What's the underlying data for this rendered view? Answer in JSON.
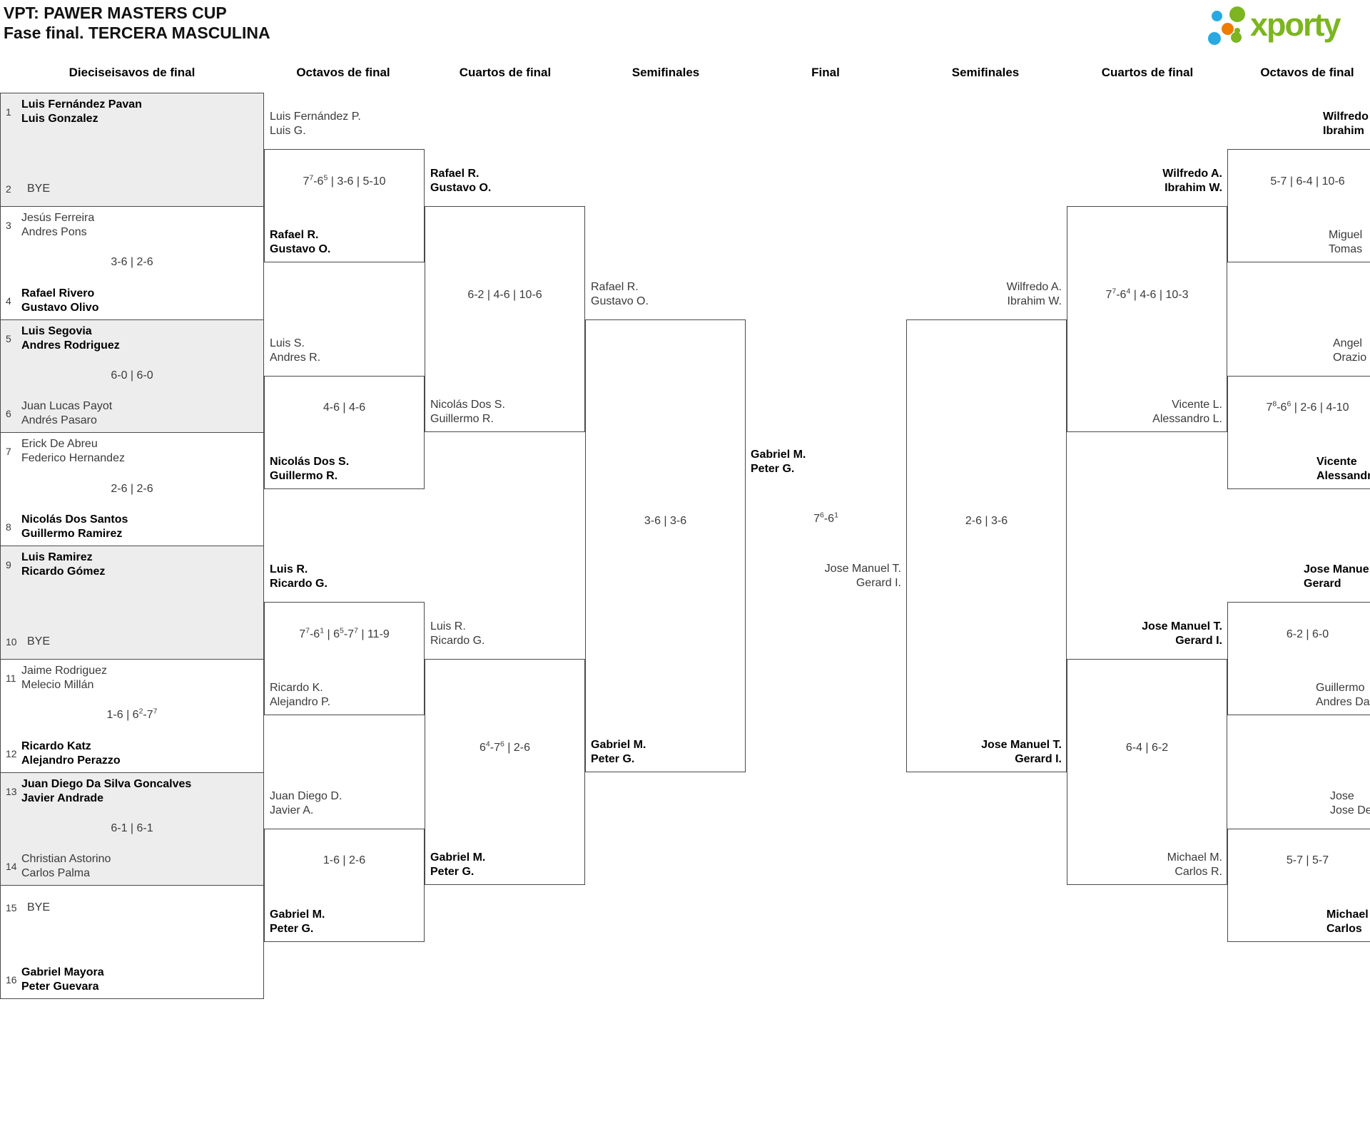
{
  "header": {
    "title_line1": "VPT: PAWER MASTERS CUP",
    "title_line2": "Fase final. TERCERA MASCULINA"
  },
  "logo": {
    "brand": "xporty"
  },
  "colors": {
    "brand_green": "#7cb51f",
    "brand_blue": "#29a9e1",
    "brand_orange": "#ef7c00",
    "shaded_box": "#ededed",
    "box_border": "#4a4a4a",
    "winner_text": "#000000",
    "normal_text": "#3a3a3a"
  },
  "round_headers": [
    "Dieciseisavos de final",
    "Octavos de final",
    "Cuartos de final",
    "Semifinales",
    "Final",
    "Semifinales",
    "Cuartos de final",
    "Octavos de final"
  ],
  "bracket": {
    "r32_left": [
      {
        "seed1": "1",
        "team1": [
          "Luis Fernández Pavan",
          "Luis Gonzalez"
        ],
        "win1": true,
        "seed2": "2",
        "team2": [
          "BYE"
        ],
        "win2": false,
        "score": null,
        "shaded": true
      },
      {
        "seed1": "3",
        "team1": [
          "Jesús Ferreira",
          "Andres Pons"
        ],
        "win1": false,
        "seed2": "4",
        "team2": [
          "Rafael Rivero",
          "Gustavo Olivo"
        ],
        "win2": true,
        "score": "3-6 | 2-6",
        "shaded": false
      },
      {
        "seed1": "5",
        "team1": [
          "Luis Segovia",
          "Andres Rodriguez"
        ],
        "win1": true,
        "seed2": "6",
        "team2": [
          "Juan Lucas Payot",
          "Andrés Pasaro"
        ],
        "win2": false,
        "score": "6-0 | 6-0",
        "shaded": true
      },
      {
        "seed1": "7",
        "team1": [
          "Erick De Abreu",
          "Federico Hernandez"
        ],
        "win1": false,
        "seed2": "8",
        "team2": [
          "Nicolás Dos Santos",
          "Guillermo Ramirez"
        ],
        "win2": true,
        "score": "2-6 | 2-6",
        "shaded": false
      },
      {
        "seed1": "9",
        "team1": [
          "Luis Ramirez",
          "Ricardo Gómez"
        ],
        "win1": true,
        "seed2": "10",
        "team2": [
          "BYE"
        ],
        "win2": false,
        "score": null,
        "shaded": true
      },
      {
        "seed1": "11",
        "team1": [
          "Jaime Rodriguez",
          "Melecio Millán"
        ],
        "win1": false,
        "seed2": "12",
        "team2": [
          "Ricardo Katz",
          "Alejandro Perazzo"
        ],
        "win2": true,
        "score": "1-6 | 6^2-7^7",
        "shaded": false
      },
      {
        "seed1": "13",
        "team1": [
          "Juan Diego Da Silva Goncalves",
          "Javier Andrade"
        ],
        "win1": true,
        "seed2": "14",
        "team2": [
          "Christian Astorino",
          "Carlos Palma"
        ],
        "win2": false,
        "score": "6-1 | 6-1",
        "shaded": true
      },
      {
        "seed1": "15",
        "team1": [
          "BYE"
        ],
        "win1": false,
        "seed2": "16",
        "team2": [
          "Gabriel Mayora",
          "Peter Guevara"
        ],
        "win2": true,
        "score": null,
        "shaded": false
      }
    ],
    "octavos_left": [
      {
        "team1": [
          "Luis Fernández P.",
          "Luis G."
        ],
        "win1": false,
        "team2": [
          "Rafael R.",
          "Gustavo O."
        ],
        "win2": true,
        "score": "7^7-6^5 | 3-6 | 5-10"
      },
      {
        "team1": [
          "Luis S.",
          "Andres R."
        ],
        "win1": false,
        "team2": [
          "Nicolás Dos S.",
          "Guillermo R."
        ],
        "win2": true,
        "score": "4-6 | 4-6"
      },
      {
        "team1": [
          "Luis R.",
          "Ricardo G."
        ],
        "win1": true,
        "team2": [
          "Ricardo K.",
          "Alejandro P."
        ],
        "win2": false,
        "score": "7^7-6^1 | 6^5-7^7 | 11-9"
      },
      {
        "team1": [
          "Juan Diego D.",
          "Javier A."
        ],
        "win1": false,
        "team2": [
          "Gabriel M.",
          "Peter G."
        ],
        "win2": true,
        "score": "1-6 | 2-6"
      }
    ],
    "cuartos_left": [
      {
        "team1": [
          "Rafael R.",
          "Gustavo O."
        ],
        "win1": true,
        "team2": [
          "Nicolás Dos S.",
          "Guillermo R."
        ],
        "win2": false,
        "score": "6-2 | 4-6 | 10-6"
      },
      {
        "team1": [
          "Luis R.",
          "Ricardo G."
        ],
        "win1": false,
        "team2": [
          "Gabriel M.",
          "Peter G."
        ],
        "win2": true,
        "score": "6^4-7^6 | 2-6"
      }
    ],
    "semi_left": {
      "team1": [
        "Rafael R.",
        "Gustavo O."
      ],
      "win1": false,
      "team2": [
        "Gabriel M.",
        "Peter G."
      ],
      "win2": true,
      "score": "3-6 | 3-6"
    },
    "final": {
      "team1": [
        "Gabriel M.",
        "Peter G."
      ],
      "win1": true,
      "team2": [
        "Jose Manuel T.",
        "Gerard I."
      ],
      "win2": false,
      "score": "7^6-6^1"
    },
    "semi_right": {
      "team1": [
        "Wilfredo A.",
        "Ibrahim W."
      ],
      "win1": false,
      "team2": [
        "Jose Manuel T.",
        "Gerard I."
      ],
      "win2": true,
      "score": "2-6 | 3-6"
    },
    "cuartos_right": [
      {
        "team1": [
          "Wilfredo A.",
          "Ibrahim W."
        ],
        "win1": true,
        "team2": [
          "Vicente L.",
          "Alessandro L."
        ],
        "win2": false,
        "score": "7^7-6^4 | 4-6 | 10-3"
      },
      {
        "team1": [
          "Jose Manuel T.",
          "Gerard I."
        ],
        "win1": true,
        "team2": [
          "Michael M.",
          "Carlos R."
        ],
        "win2": false,
        "score": "6-4 | 6-2"
      }
    ],
    "octavos_right": [
      {
        "team1": [
          "Wilfredo",
          "Ibrahim"
        ],
        "win1": true,
        "team2": [
          "Miguel",
          "Tomas"
        ],
        "win2": false,
        "score": "5-7 | 6-4 | 10-6"
      },
      {
        "team1": [
          "Angel",
          "Orazio"
        ],
        "win1": false,
        "team2": [
          "Vicente",
          "Alessandro"
        ],
        "win2": true,
        "score": "7^8-6^6 | 2-6 | 4-10"
      },
      {
        "team1": [
          "Jose Manue",
          "Gerard"
        ],
        "win1": true,
        "team2": [
          "Guillermo",
          "Andres Da"
        ],
        "win2": false,
        "score": "6-2 | 6-0"
      },
      {
        "team1": [
          "Jose",
          "Jose De"
        ],
        "win1": false,
        "team2": [
          "Michael",
          "Carlos"
        ],
        "win2": true,
        "score": "5-7 | 5-7"
      }
    ]
  }
}
